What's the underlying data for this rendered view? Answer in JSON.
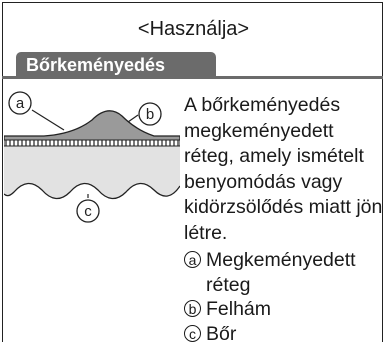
{
  "header": {
    "title": "<Használja>"
  },
  "section": {
    "title": "Bőrkeményedés"
  },
  "description": "A bőrkeményedés megkeményedett réteg, amely ismételt benyomódás vagy kidörzsölődés miatt jön létre.",
  "legend": [
    {
      "mark": "a",
      "label": "Megkeményedett réteg"
    },
    {
      "mark": "b",
      "label": "Felhám"
    },
    {
      "mark": "c",
      "label": "Bőr"
    }
  ],
  "diagram": {
    "callouts": [
      "a",
      "b",
      "c"
    ]
  }
}
